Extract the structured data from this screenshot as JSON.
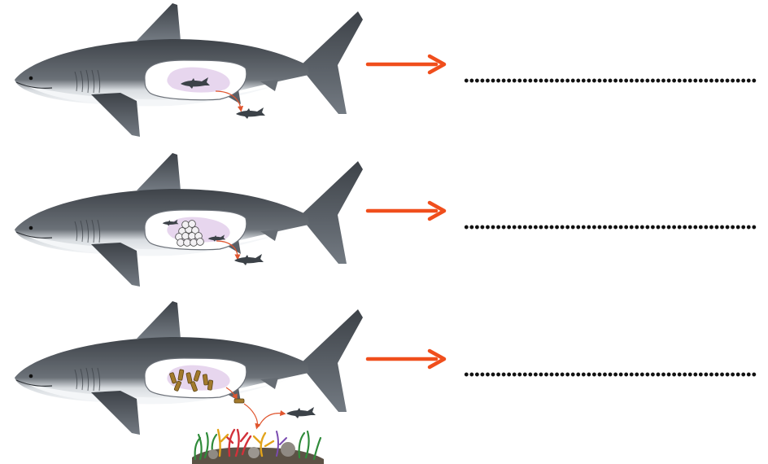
{
  "diagram": {
    "rows": [
      {
        "mode": "live-birth"
      },
      {
        "mode": "egg-development"
      },
      {
        "mode": "substrate-deposit"
      }
    ],
    "colors": {
      "shark_back": "#4a4f55",
      "shark_belly": "#e9ecef",
      "uterus": "#e7d6ee",
      "arrow": "#f04e1c",
      "dots": "#111111"
    }
  }
}
